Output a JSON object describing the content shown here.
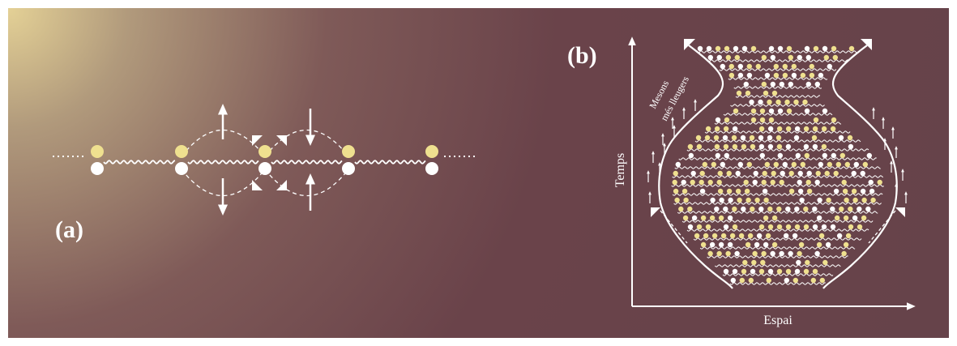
{
  "panels": {
    "a": {
      "label": "(a)"
    },
    "b": {
      "label": "(b)",
      "x_axis_label": "Espai",
      "y_axis_label": "Temps",
      "annotation_line1": "Mesons",
      "annotation_line2": "més lleugers"
    }
  },
  "colors": {
    "background": "#66434a",
    "highlight": "#e4d196",
    "particle_yellow": "#efe08f",
    "particle_white": "#ffffff",
    "line": "#ffffff"
  },
  "icons": {
    "arrow": "up-down-arrow-icon",
    "corner": "triangle-corner-icon"
  }
}
